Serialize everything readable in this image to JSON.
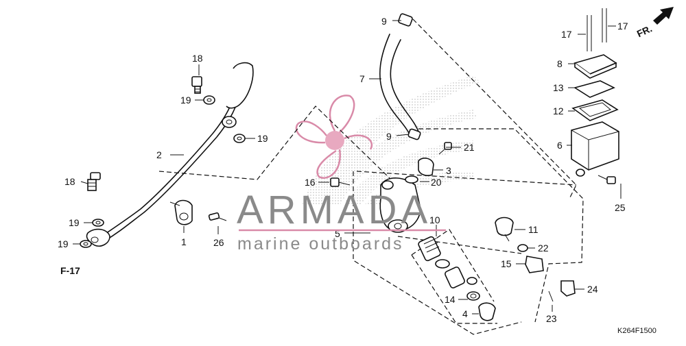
{
  "labels": {
    "p1": "1",
    "p2": "2",
    "p3": "3",
    "p4": "4",
    "p5": "5",
    "p6": "6",
    "p7": "7",
    "p8": "8",
    "p9a": "9",
    "p9b": "9",
    "p10": "10",
    "p11": "11",
    "p12": "12",
    "p13": "13",
    "p14": "14",
    "p15": "15",
    "p16": "16",
    "p17a": "17",
    "p17b": "17",
    "p18a": "18",
    "p18b": "18",
    "p19a": "19",
    "p19b": "19",
    "p19c": "19",
    "p19d": "19",
    "p20": "20",
    "p21": "21",
    "p22": "22",
    "p23": "23",
    "p24": "24",
    "p25": "25",
    "p26": "26"
  },
  "ref": "F-17",
  "front": "FR.",
  "code": "K264F1500",
  "watermark": {
    "brand": "ARMADA",
    "tagline": "marine outboards",
    "brand_color": "#d98aa8"
  }
}
